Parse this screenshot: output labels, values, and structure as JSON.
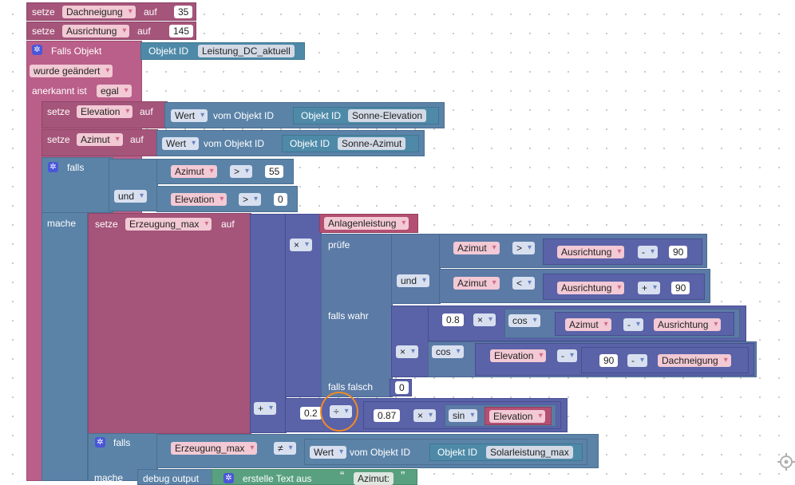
{
  "top1": {
    "kw": "setze",
    "var": "Dachneigung",
    "op": "auf",
    "val": "35"
  },
  "top2": {
    "kw": "setze",
    "var": "Ausrichtung",
    "op": "auf",
    "val": "145"
  },
  "trigger": {
    "falls": "Falls Objekt",
    "oid_label": "Objekt ID",
    "oid_value": "Leistung_DC_aktuell",
    "changed": "wurde geändert",
    "ack_label": "anerkannt ist",
    "ack": "egal"
  },
  "set_elev": {
    "kw": "setze",
    "var": "Elevation",
    "op": "auf",
    "wert": "Wert",
    "vom": "vom Objekt ID",
    "oid_label": "Objekt ID",
    "oid_value": "Sonne-Elevation"
  },
  "set_az": {
    "kw": "setze",
    "var": "Azimut",
    "op": "auf",
    "wert": "Wert",
    "vom": "vom Objekt ID",
    "oid_label": "Objekt ID",
    "oid_value": "Sonne-Azimut"
  },
  "if1": {
    "falls": "falls",
    "az": "Azimut",
    "gt": ">",
    "v55": "55",
    "und": "und",
    "elev": "Elevation",
    "gt2": ">",
    "v0": "0",
    "mache": "mache"
  },
  "set_erz": {
    "kw": "setze",
    "var": "Erzeugung_max",
    "op": "auf"
  },
  "calc": {
    "times": "×",
    "anlage": "Anlagenleistung",
    "pruefe": "prüfe",
    "az1": "Azimut",
    "gt": ">",
    "aus1": "Ausrichtung",
    "minus1": "-",
    "n90a": "90",
    "und": "und",
    "az2": "Azimut",
    "lt": "<",
    "aus2": "Ausrichtung",
    "plus": "+",
    "n90b": "90",
    "wahr": "falls wahr",
    "n08": "0.8",
    "times2": "×",
    "cos1": "cos",
    "az3": "Azimut",
    "minus2": "-",
    "aus3": "Ausrichtung",
    "times3": "×",
    "cos2": "cos",
    "elev": "Elevation",
    "minus3": "-",
    "n90c": "90",
    "minus4": "-",
    "dach": "Dachneigung",
    "falsch": "falls falsch",
    "n0": "0",
    "plus2": "+",
    "n02": "0.2",
    "div": "÷",
    "n087": "0.87",
    "times4": "×",
    "sin": "sin",
    "elev2": "Elevation"
  },
  "if2": {
    "falls": "falls",
    "erz": "Erzeugung_max",
    "neq": "≠",
    "wert": "Wert",
    "vom": "vom Objekt ID",
    "oid_label": "Objekt ID",
    "oid_value": "Solarleistung_max",
    "mache": "mache",
    "debug": "debug output",
    "text": "erstelle Text aus",
    "quote_l": "“",
    "azimut_str": "Azimut:",
    "quote_r": "”"
  }
}
